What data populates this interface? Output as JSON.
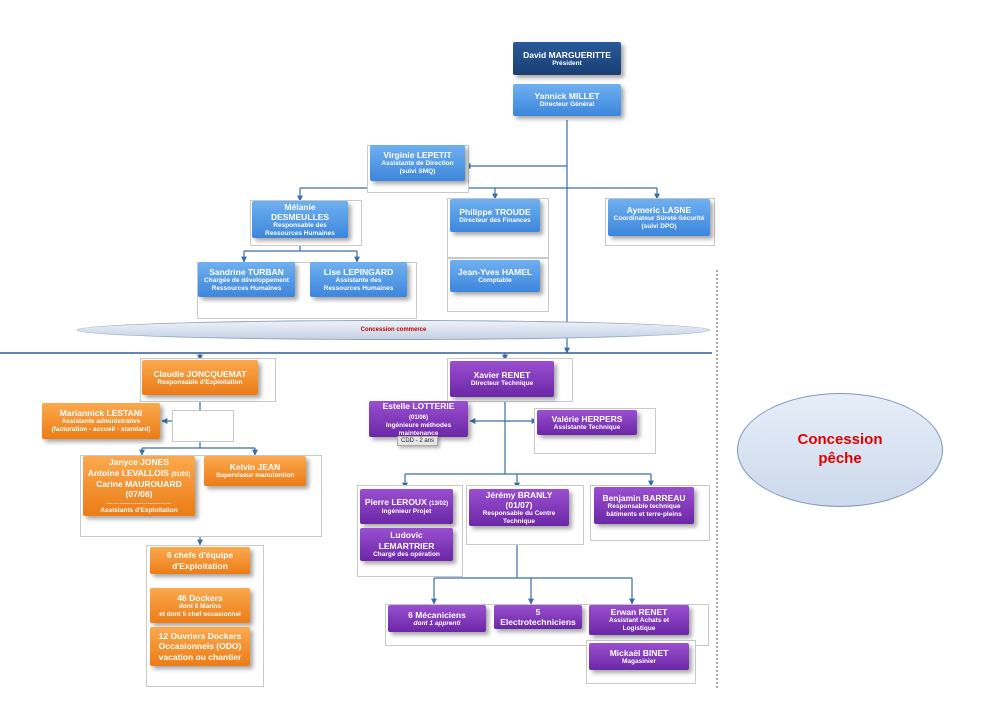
{
  "colors": {
    "navy": "#1f497d",
    "blue": "#4a90e2",
    "orange": "#f08c1f",
    "purple": "#7030a0",
    "line": "#3a6ea5",
    "red": "#e00000"
  },
  "top": {
    "president": {
      "name": "David MARGUERITTE",
      "role": "Président"
    },
    "dg": {
      "name": "Yannick MILLET",
      "role": "Directeur Général"
    },
    "assistant": {
      "name": "Virginie LEPETIT",
      "role1": "Assistante de Direction",
      "role2": "(suivi SMQ)"
    },
    "rh": {
      "name": "Mélanie DESMEULLES",
      "role1": "Responsable des",
      "role2": "Ressources Humaines"
    },
    "rh_dev": {
      "name": "Sandrine TURBAN",
      "role1": "Chargée de développement",
      "role2": "Ressources Humaines"
    },
    "rh_assist": {
      "name": "Lise LEPINGARD",
      "role1": "Assistante des",
      "role2": "Ressources Humaines"
    },
    "finance": {
      "name": "Philippe TROUDE",
      "role": "Directeur des Finances"
    },
    "comptable": {
      "name": "Jean-Yves HAMEL",
      "role": "Comptable"
    },
    "surete": {
      "name": "Aymeric LASNE",
      "role1": "Coordinateur Sûreté-Sécurité",
      "role2": "(suivi DPO)"
    }
  },
  "band_label": "Concession commerce",
  "peche": {
    "line1": "Concession",
    "line2": "pêche"
  },
  "exploitation": {
    "head": {
      "name": "Claudie JONCQUEMAT",
      "role": "Responsable d'Exploitation"
    },
    "admin": {
      "name": "Mariannick LESTANI",
      "role1": "Assistante administrative",
      "role2": "(facturation - accueil - standard)"
    },
    "assistants": {
      "l1": "Janyce JONES",
      "l2": "Antoine LEVALLOIS",
      "l2s": "(01/03)",
      "l3": "Carine MAUROUARD (07/08)",
      "l4": "…………………………",
      "l5": "Assistants  d'Exploitation"
    },
    "manutention": {
      "name": "Kelvin JEAN",
      "role": "Superviseur manutention"
    },
    "chefs": {
      "l1": "6 chefs d'équipe",
      "l2": "d'Exploitation"
    },
    "dockers": {
      "l1": "46 Dockers",
      "l2": "dont 6 Marins",
      "l3": "et dont 5 chef occasionnel"
    },
    "odo": {
      "l1": "12 Ouvriers Dockers",
      "l2": "Occasionnels  (ODO)",
      "l3": "vacation ou chantier"
    }
  },
  "technique": {
    "head": {
      "name": "Xavier RENET",
      "role": "Directeur Technique"
    },
    "methodes": {
      "name": "Estelle LOTTERIE",
      "date": "(01/06)",
      "role1": "Ingénieure méthodes",
      "role2": "maintenance",
      "tag": "CDD - 2 ans"
    },
    "assist": {
      "name": "Valérie HERPERS",
      "role": "Assistante Technique"
    },
    "projet": {
      "name": "Pierre LEROUX",
      "date": "(13/02)",
      "role": "Ingénieur Projet"
    },
    "operation": {
      "name": "Ludovic LEMARTRIER",
      "role": "Chargé des opération"
    },
    "centre": {
      "name": "Jérémy BRANLY (01/07)",
      "role1": "Responsable du Centre",
      "role2": "Technique"
    },
    "batiments": {
      "name": "Benjamin BARREAU",
      "role1": "Responsable technique",
      "role2": "bâtiments et terre-pleins"
    },
    "mecaniciens": {
      "name": "6 Mécaniciens",
      "role": "dont 1 apprenti"
    },
    "electro": {
      "name": "5 Electrotechniciens"
    },
    "achats": {
      "name": "Erwan RENET",
      "role": "Assistant Achats et Logistique"
    },
    "magasin": {
      "name": "Mickaël BINET",
      "role": "Magasinier"
    }
  }
}
